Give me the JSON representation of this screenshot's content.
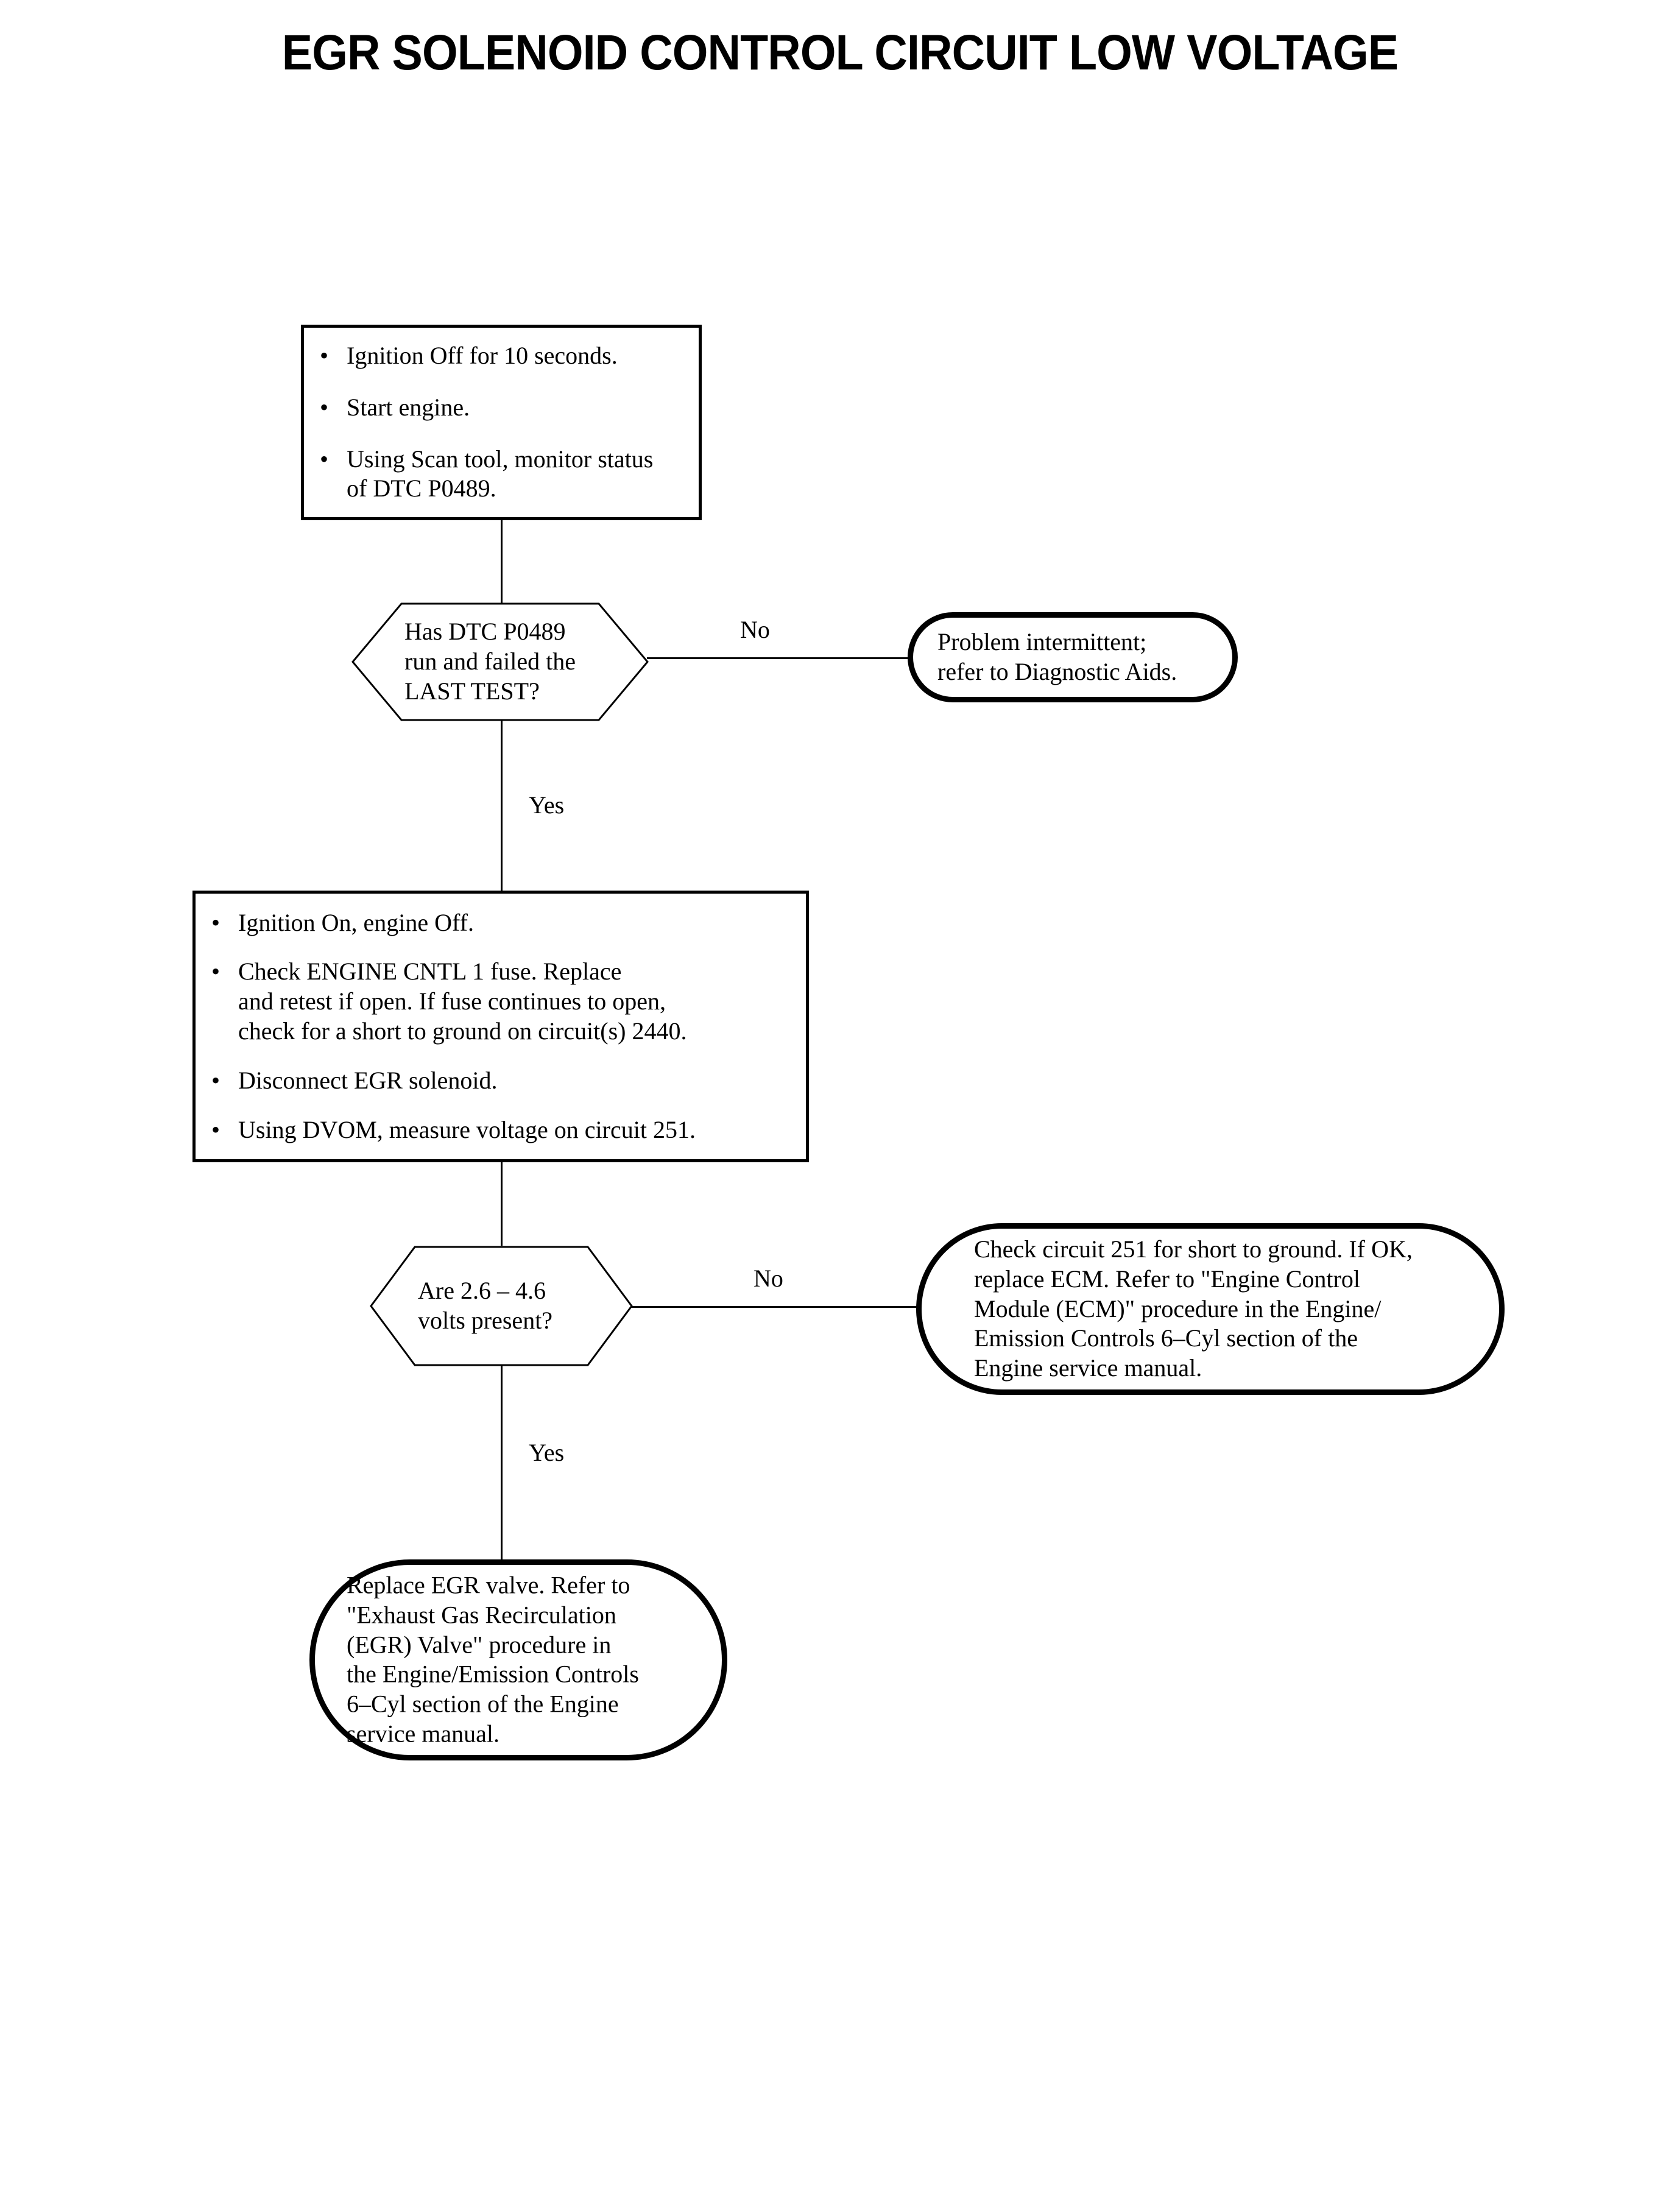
{
  "title": "EGR SOLENOID CONTROL CIRCUIT LOW VOLTAGE",
  "colors": {
    "ink": "#000000",
    "paper": "#ffffff"
  },
  "flowchart": {
    "type": "diagnostic-flowchart",
    "bullet_glyph": "•",
    "nodes": {
      "step1": {
        "shape": "process",
        "bullets": [
          "Ignition Off for 10 seconds.",
          "Start engine.",
          "Using Scan tool, monitor status\nof DTC P0489."
        ]
      },
      "decision1": {
        "shape": "hexagon",
        "lines": [
          "Has DTC P0489",
          "run and failed the",
          "LAST TEST?"
        ]
      },
      "terminal1": {
        "shape": "stadium",
        "lines": [
          "Problem intermittent;",
          "refer to Diagnostic Aids."
        ]
      },
      "step2": {
        "shape": "process",
        "bullets": [
          "Ignition On, engine Off.",
          "Check ENGINE CNTL 1 fuse. Replace\nand retest if open.  If fuse continues to open,\ncheck for a short to ground on circuit(s) 2440.",
          "Disconnect EGR solenoid.",
          "Using DVOM, measure voltage on circuit 251."
        ]
      },
      "decision2": {
        "shape": "hexagon",
        "lines": [
          "Are 2.6 – 4.6",
          "volts present?"
        ]
      },
      "terminal2": {
        "shape": "stadium",
        "lines": [
          "Check circuit 251 for short to ground. If OK,",
          "replace ECM. Refer to \"Engine Control",
          "Module (ECM)\" procedure in the Engine/",
          "Emission Controls 6–Cyl section of the",
          "Engine service manual."
        ]
      },
      "terminal3": {
        "shape": "stadium",
        "lines": [
          "Replace EGR valve. Refer to",
          "\"Exhaust Gas Recirculation",
          "(EGR) Valve\" procedure in",
          "the Engine/Emission Controls",
          "6–Cyl section of the Engine",
          "service manual."
        ]
      }
    },
    "edge_labels": {
      "d1_no": "No",
      "d1_yes": "Yes",
      "d2_no": "No",
      "d2_yes": "Yes"
    }
  }
}
